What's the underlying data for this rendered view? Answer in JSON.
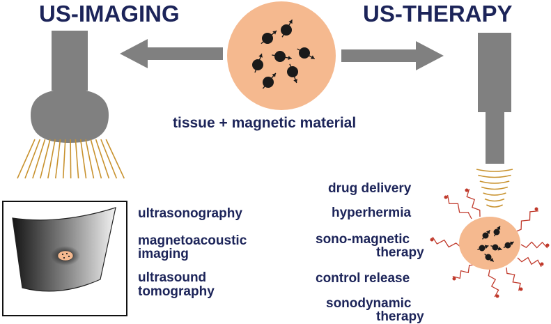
{
  "headings": {
    "imaging": "US-IMAGING",
    "therapy": "US-THERAPY"
  },
  "center_label": "tissue + magnetic material",
  "imaging_methods": [
    [
      "ultrasonography"
    ],
    [
      "magnetoacoustic",
      "imaging"
    ],
    [
      "ultrasound",
      "tomography"
    ]
  ],
  "therapy_methods": [
    [
      "drug delivery"
    ],
    [
      "hyperhermia"
    ],
    [
      "sono-magnetic",
      "therapy"
    ],
    [
      "control release"
    ],
    [
      "sonodynamic",
      "therapy"
    ]
  ],
  "colors": {
    "text": "#1c2459",
    "probe": "#808080",
    "tissue": "#f5b98f",
    "beam": "#c8922e",
    "drug_line": "#c0392b",
    "particle": "#1a1a1a"
  }
}
